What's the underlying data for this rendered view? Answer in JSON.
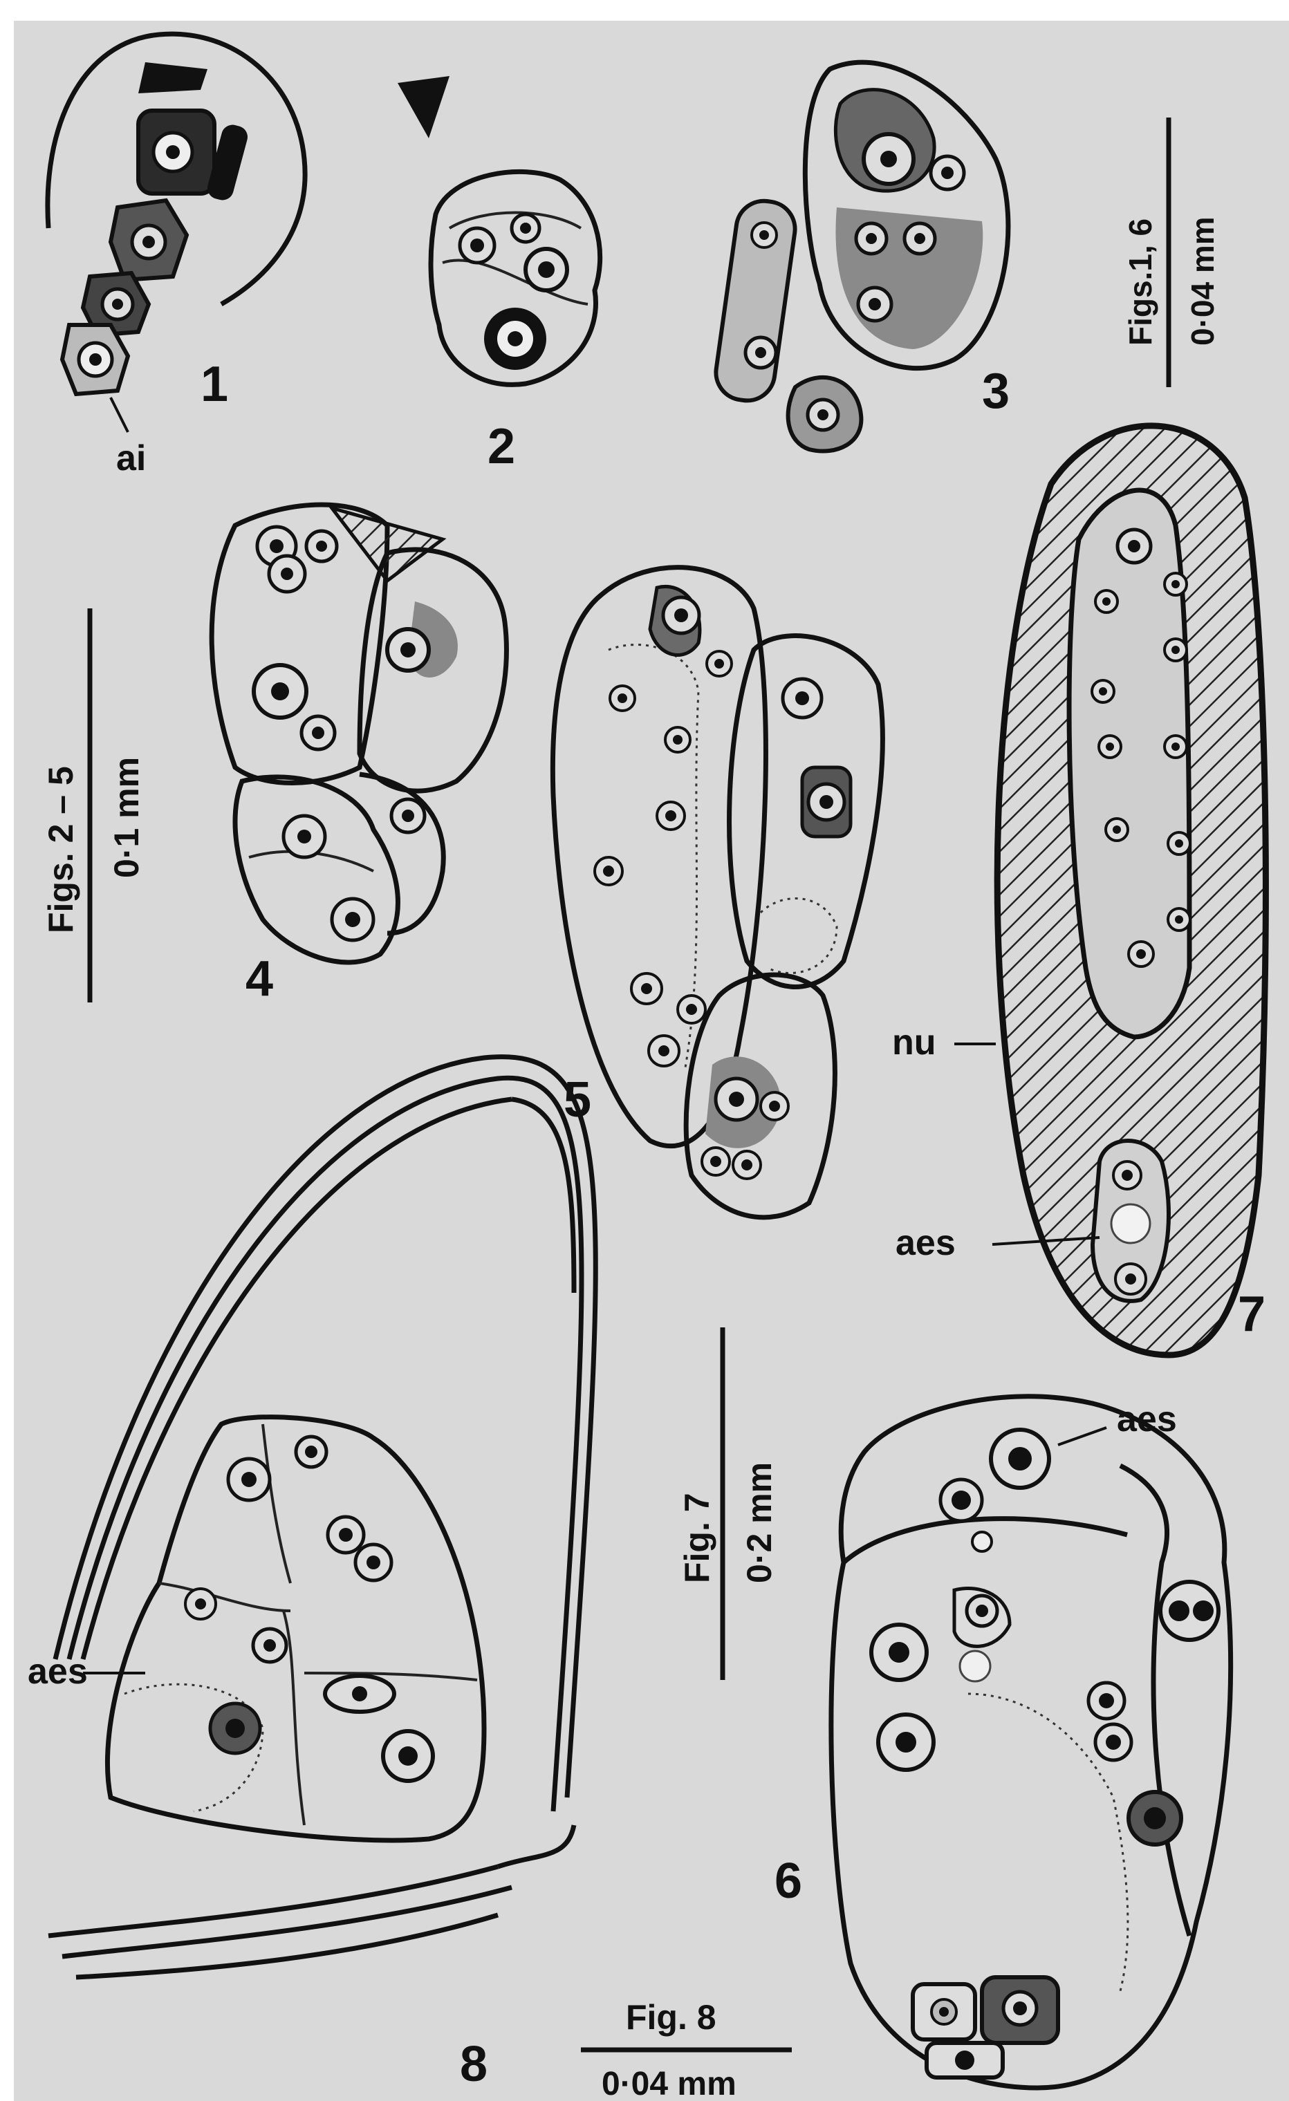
{
  "plate": {
    "background": "#d9d9d9",
    "ink": "#111111",
    "figure_numbers": [
      "1",
      "2",
      "3",
      "4",
      "5",
      "6",
      "7",
      "8"
    ],
    "labels": {
      "ai": "ai",
      "nu": "nu",
      "aes_fig7": "aes",
      "aes_fig6": "aes",
      "aes_fig8": "aes"
    },
    "scale_bars": [
      {
        "title": "Figs.1, 6",
        "length": "0·04 mm"
      },
      {
        "title": "Figs. 2 – 5",
        "length": "0·1 mm"
      },
      {
        "title": "Fig. 7",
        "length": "0·2 mm"
      },
      {
        "title": "Fig. 8",
        "length": "0·04 mm"
      }
    ]
  }
}
